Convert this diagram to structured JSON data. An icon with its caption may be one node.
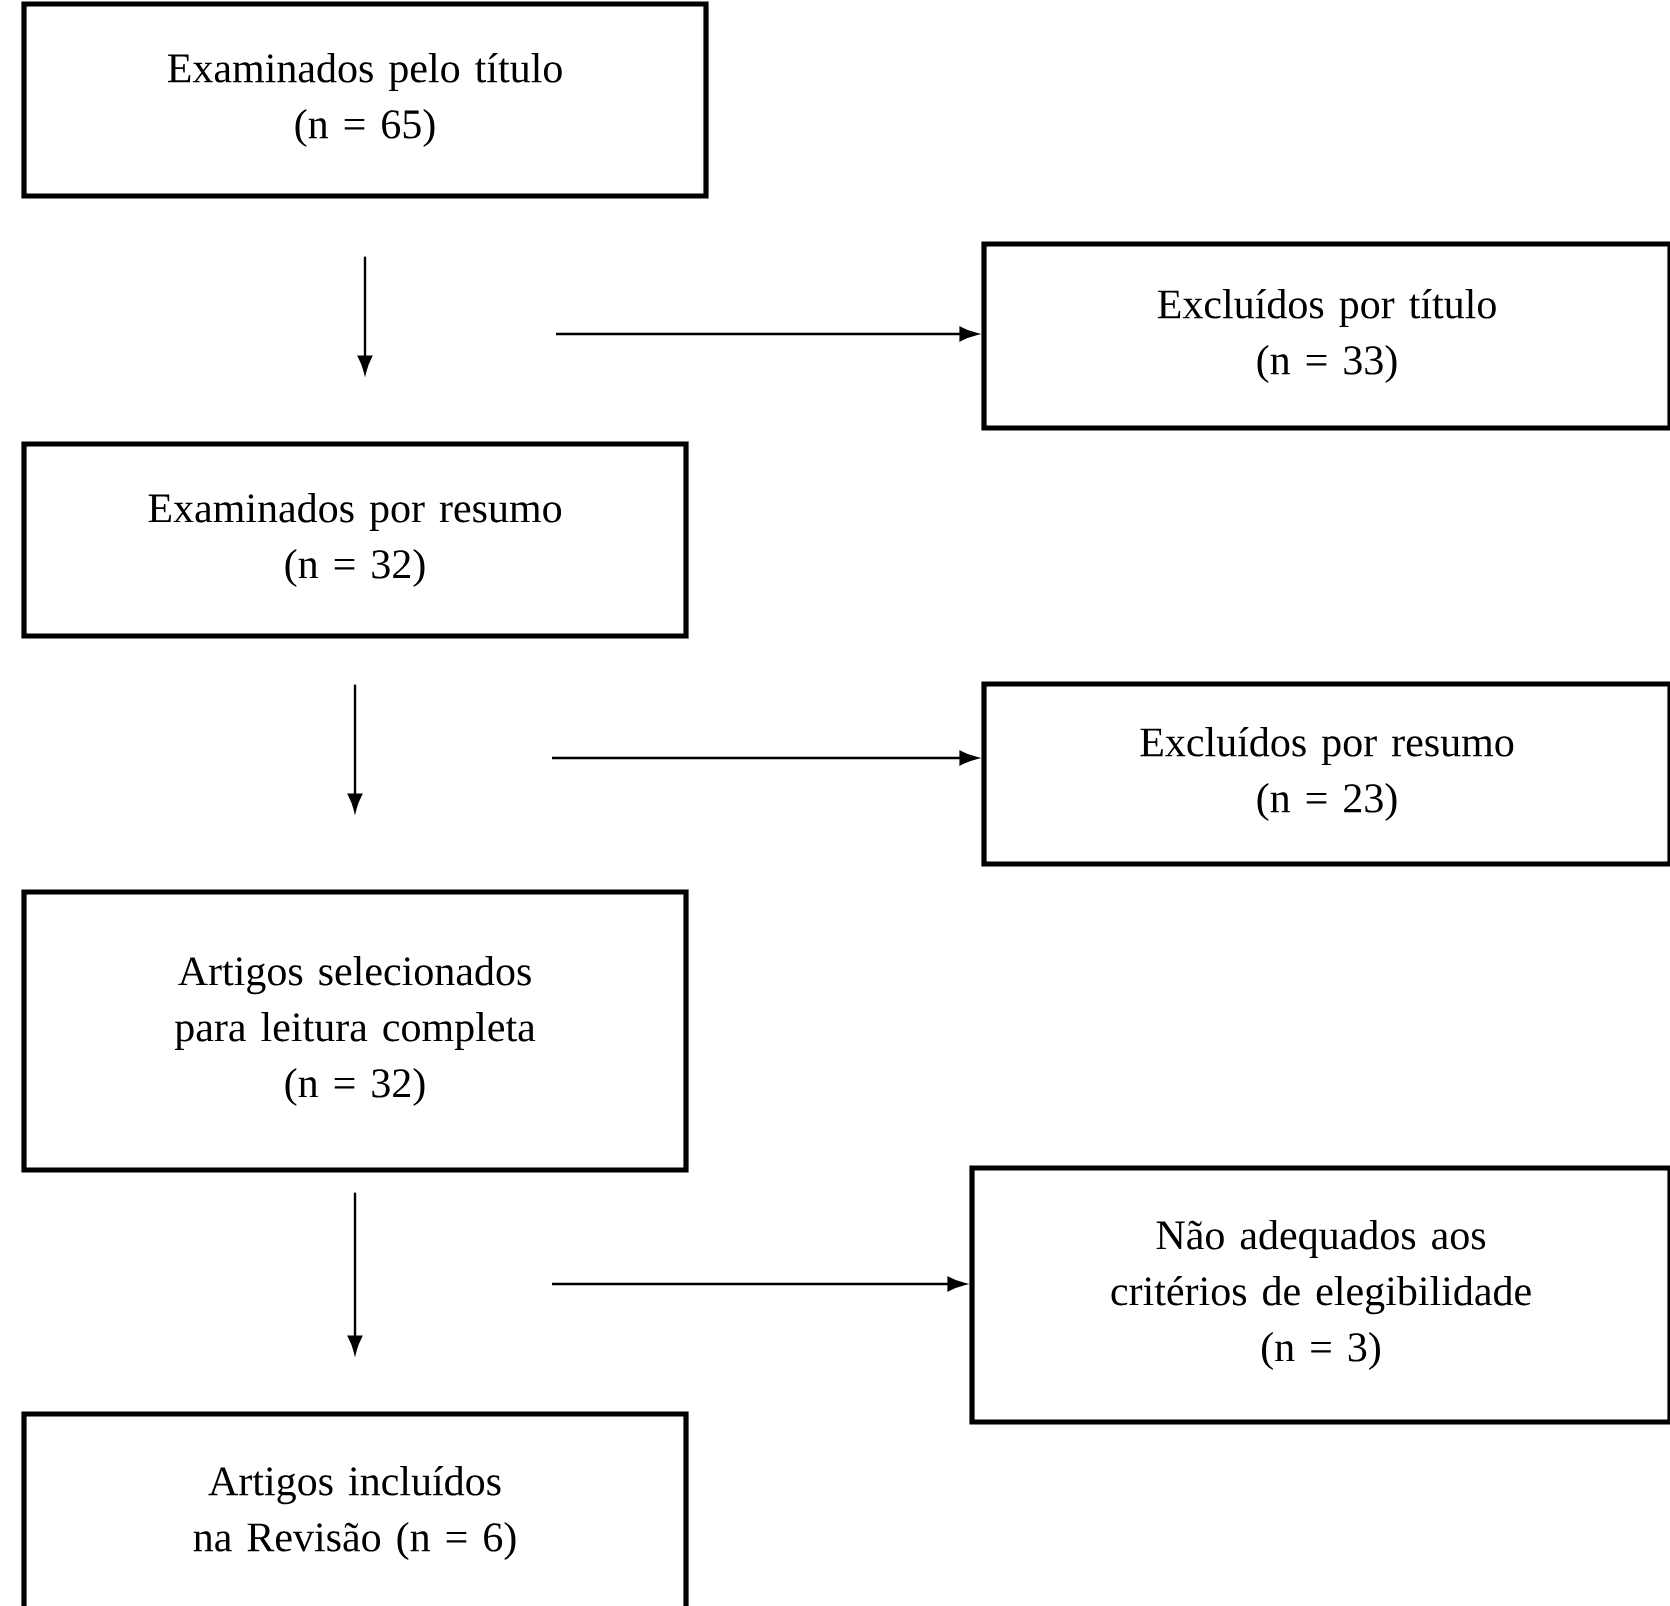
{
  "diagram": {
    "nodes": [
      {
        "text": [
          "Examinados pelo título",
          "(n = 65)"
        ]
      },
      {
        "text": [
          "Excluídos por título",
          "(n = 33)"
        ]
      },
      {
        "text": [
          "Examinados por resumo",
          "(n = 32)"
        ]
      },
      {
        "text": [
          "Excluídos por resumo",
          "(n = 23)"
        ]
      },
      {
        "text": [
          "Artigos selecionados para leitura completa",
          "(n = 32)"
        ]
      },
      {
        "text": [
          "Não adequados aos critérios de elegibilidade",
          "(n = 3)"
        ]
      },
      {
        "text": [
          "Artigos incluídos na Revisão (n = 6)"
        ]
      }
    ],
    "edges": [
      {
        "from": 0,
        "to": 2,
        "arrow": "to"
      },
      {
        "from": null,
        "to": 1,
        "arrow": "to"
      },
      {
        "from": 2,
        "to": 4,
        "arrow": "to"
      },
      {
        "from": null,
        "to": 3,
        "arrow": "to"
      },
      {
        "from": 4,
        "to": 6,
        "arrow": "to"
      },
      {
        "from": null,
        "to": 5,
        "arrow": "to"
      }
    ]
  }
}
